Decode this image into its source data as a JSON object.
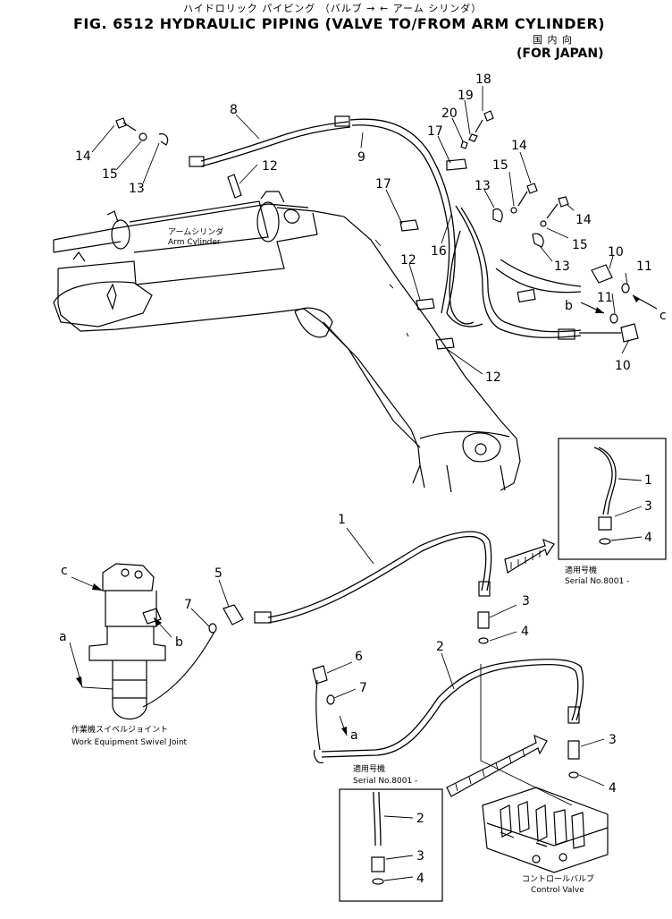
{
  "title": {
    "jp": "ハイドロリック パイピング （バルブ → ← アーム シリンダ）",
    "main": "FIG. 6512  HYDRAULIC PIPING (VALVE TO/FROM ARM CYLINDER)",
    "region_jp": "国 内 向",
    "region": "(FOR JAPAN)"
  },
  "labels": {
    "arm_cylinder_jp": "アームシリンダ",
    "arm_cylinder": "Arm Cylinder",
    "swivel_jp": "作業機スイベルジョイント",
    "swivel": "Work Equipment Swivel Joint",
    "control_valve_jp": "コントロールバルブ",
    "control_valve": "Control Valve",
    "serial_jp_1": "適用号機",
    "serial_1": "Serial No.8001 -",
    "serial_jp_2": "適用号機",
    "serial_2": "Serial No.8001 -"
  },
  "letters": {
    "a1": "a",
    "a2": "a",
    "b1": "b",
    "b2": "b",
    "c1": "c",
    "c2": "c"
  },
  "callouts": {
    "n18": "18",
    "n19": "19",
    "n20": "20",
    "n8": "8",
    "n9": "9",
    "n17a": "17",
    "n14a": "14",
    "n15a": "15",
    "n13a": "13",
    "n12a": "12",
    "n17b": "17",
    "n13b": "13",
    "n15b": "15",
    "n14b": "14",
    "n14c": "14",
    "n15c": "15",
    "n13c": "13",
    "n16": "16",
    "n10a": "10",
    "n11a": "11",
    "n11b": "11",
    "n10b": "10",
    "n12b": "12",
    "n12c": "12",
    "n1box": "1",
    "n3box": "3",
    "n4box": "4",
    "n1": "1",
    "n5": "5",
    "n7a": "7",
    "n3a": "3",
    "n4a": "4",
    "n2": "2",
    "n6": "6",
    "n7b": "7",
    "n3b": "3",
    "n4b": "4",
    "n2box": "2",
    "n3box2": "3",
    "n4box2": "4"
  }
}
